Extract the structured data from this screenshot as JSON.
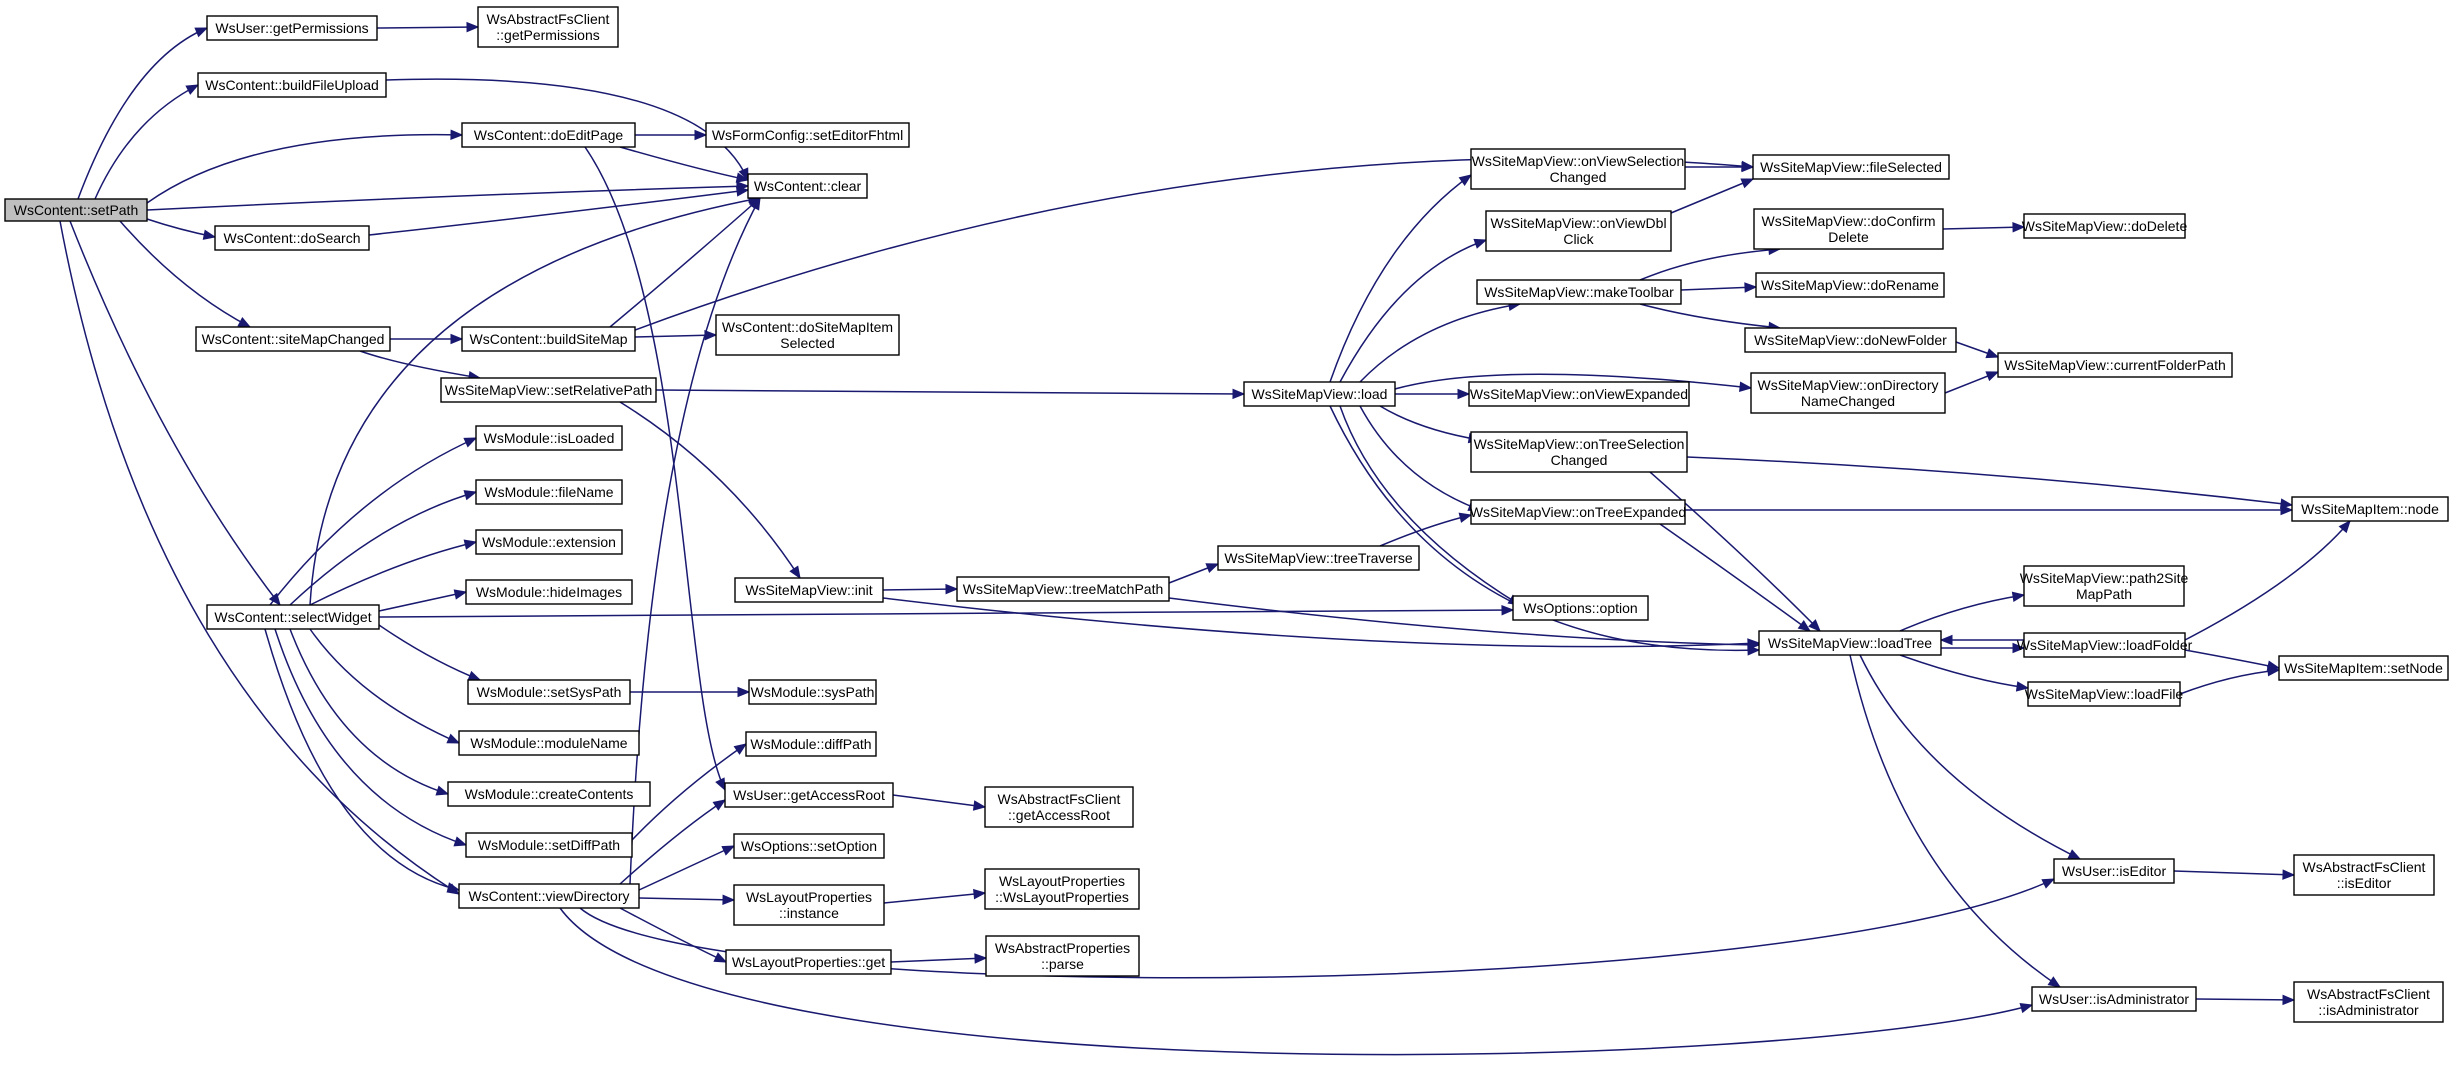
{
  "diagram": {
    "type": "call-graph",
    "colors": {
      "edge": "#191970",
      "root_fill": "#bfbfbf",
      "node_fill": "#ffffff",
      "node_border": "#000000"
    },
    "nodes": [
      {
        "id": "setPath",
        "lines": [
          "WsContent::setPath"
        ],
        "root": true
      },
      {
        "id": "getPermissions",
        "lines": [
          "WsUser::getPermissions"
        ]
      },
      {
        "id": "absGetPermissions",
        "lines": [
          "WsAbstractFsClient",
          "::getPermissions"
        ]
      },
      {
        "id": "buildFileUpload",
        "lines": [
          "WsContent::buildFileUpload"
        ]
      },
      {
        "id": "doEditPage",
        "lines": [
          "WsContent::doEditPage"
        ]
      },
      {
        "id": "setEditorFhtml",
        "lines": [
          "WsFormConfig::setEditorFhtml"
        ]
      },
      {
        "id": "clear",
        "lines": [
          "WsContent::clear"
        ]
      },
      {
        "id": "doSearch",
        "lines": [
          "WsContent::doSearch"
        ]
      },
      {
        "id": "siteMapChanged",
        "lines": [
          "WsContent::siteMapChanged"
        ]
      },
      {
        "id": "buildSiteMap",
        "lines": [
          "WsContent::buildSiteMap"
        ]
      },
      {
        "id": "doSiteMapItemSelected",
        "lines": [
          "WsContent::doSiteMapItem",
          "Selected"
        ]
      },
      {
        "id": "setRelativePath",
        "lines": [
          "WsSiteMapView::setRelativePath"
        ]
      },
      {
        "id": "isLoaded",
        "lines": [
          "WsModule::isLoaded"
        ]
      },
      {
        "id": "fileName",
        "lines": [
          "WsModule::fileName"
        ]
      },
      {
        "id": "extension",
        "lines": [
          "WsModule::extension"
        ]
      },
      {
        "id": "hideImages",
        "lines": [
          "WsModule::hideImages"
        ]
      },
      {
        "id": "selectWidget",
        "lines": [
          "WsContent::selectWidget"
        ]
      },
      {
        "id": "setSysPath",
        "lines": [
          "WsModule::setSysPath"
        ]
      },
      {
        "id": "sysPath",
        "lines": [
          "WsModule::sysPath"
        ]
      },
      {
        "id": "moduleName",
        "lines": [
          "WsModule::moduleName"
        ]
      },
      {
        "id": "createContents",
        "lines": [
          "WsModule::createContents"
        ]
      },
      {
        "id": "diffPath",
        "lines": [
          "WsModule::diffPath"
        ]
      },
      {
        "id": "setDiffPath",
        "lines": [
          "WsModule::setDiffPath"
        ]
      },
      {
        "id": "getAccessRoot",
        "lines": [
          "WsUser::getAccessRoot"
        ]
      },
      {
        "id": "absGetAccessRoot",
        "lines": [
          "WsAbstractFsClient",
          "::getAccessRoot"
        ]
      },
      {
        "id": "setOption",
        "lines": [
          "WsOptions::setOption"
        ]
      },
      {
        "id": "viewDirectory",
        "lines": [
          "WsContent::viewDirectory"
        ]
      },
      {
        "id": "lpInstance",
        "lines": [
          "WsLayoutProperties",
          "::instance"
        ]
      },
      {
        "id": "lpCtor",
        "lines": [
          "WsLayoutProperties",
          "::WsLayoutProperties"
        ]
      },
      {
        "id": "lpGet",
        "lines": [
          "WsLayoutProperties::get"
        ]
      },
      {
        "id": "apParse",
        "lines": [
          "WsAbstractProperties",
          "::parse"
        ]
      },
      {
        "id": "smvInit",
        "lines": [
          "WsSiteMapView::init"
        ]
      },
      {
        "id": "treeMatchPath",
        "lines": [
          "WsSiteMapView::treeMatchPath"
        ]
      },
      {
        "id": "treeTraverse",
        "lines": [
          "WsSiteMapView::treeTraverse"
        ]
      },
      {
        "id": "smvLoad",
        "lines": [
          "WsSiteMapView::load"
        ]
      },
      {
        "id": "onViewSelectionChanged",
        "lines": [
          "WsSiteMapView::onViewSelection",
          "Changed"
        ]
      },
      {
        "id": "onViewDblClick",
        "lines": [
          "WsSiteMapView::onViewDbl",
          "Click"
        ]
      },
      {
        "id": "makeToolbar",
        "lines": [
          "WsSiteMapView::makeToolbar"
        ]
      },
      {
        "id": "onViewExpanded",
        "lines": [
          "WsSiteMapView::onViewExpanded"
        ]
      },
      {
        "id": "onTreeSelectionChanged",
        "lines": [
          "WsSiteMapView::onTreeSelection",
          "Changed"
        ]
      },
      {
        "id": "onTreeExpanded",
        "lines": [
          "WsSiteMapView::onTreeExpanded"
        ]
      },
      {
        "id": "option",
        "lines": [
          "WsOptions::option"
        ]
      },
      {
        "id": "fileSelected",
        "lines": [
          "WsSiteMapView::fileSelected"
        ]
      },
      {
        "id": "doConfirmDelete",
        "lines": [
          "WsSiteMapView::doConfirm",
          "Delete"
        ]
      },
      {
        "id": "doDelete",
        "lines": [
          "WsSiteMapView::doDelete"
        ]
      },
      {
        "id": "doRename",
        "lines": [
          "WsSiteMapView::doRename"
        ]
      },
      {
        "id": "doNewFolder",
        "lines": [
          "WsSiteMapView::doNewFolder"
        ]
      },
      {
        "id": "onDirectoryNameChanged",
        "lines": [
          "WsSiteMapView::onDirectory",
          "NameChanged"
        ]
      },
      {
        "id": "currentFolderPath",
        "lines": [
          "WsSiteMapView::currentFolderPath"
        ]
      },
      {
        "id": "loadTree",
        "lines": [
          "WsSiteMapView::loadTree"
        ]
      },
      {
        "id": "path2SiteMapPath",
        "lines": [
          "WsSiteMapView::path2Site",
          "MapPath"
        ]
      },
      {
        "id": "loadFolder",
        "lines": [
          "WsSiteMapView::loadFolder"
        ]
      },
      {
        "id": "loadFile",
        "lines": [
          "WsSiteMapView::loadFile"
        ]
      },
      {
        "id": "smiNode",
        "lines": [
          "WsSiteMapItem::node"
        ]
      },
      {
        "id": "smiSetNode",
        "lines": [
          "WsSiteMapItem::setNode"
        ]
      },
      {
        "id": "isEditor",
        "lines": [
          "WsUser::isEditor"
        ]
      },
      {
        "id": "absIsEditor",
        "lines": [
          "WsAbstractFsClient",
          "::isEditor"
        ]
      },
      {
        "id": "isAdministrator",
        "lines": [
          "WsUser::isAdministrator"
        ]
      },
      {
        "id": "absIsAdministrator",
        "lines": [
          "WsAbstractFsClient",
          "::isAdministrator"
        ]
      }
    ],
    "edges": [
      {
        "from": "setPath",
        "to": "getPermissions"
      },
      {
        "from": "setPath",
        "to": "buildFileUpload"
      },
      {
        "from": "setPath",
        "to": "doEditPage"
      },
      {
        "from": "setPath",
        "to": "clear"
      },
      {
        "from": "setPath",
        "to": "doSearch"
      },
      {
        "from": "setPath",
        "to": "siteMapChanged"
      },
      {
        "from": "setPath",
        "to": "selectWidget"
      },
      {
        "from": "setPath",
        "to": "viewDirectory"
      },
      {
        "from": "getPermissions",
        "to": "absGetPermissions"
      },
      {
        "from": "buildFileUpload",
        "to": "clear"
      },
      {
        "from": "doEditPage",
        "to": "setEditorFhtml"
      },
      {
        "from": "doEditPage",
        "to": "clear"
      },
      {
        "from": "doEditPage",
        "to": "getAccessRoot"
      },
      {
        "from": "doSearch",
        "to": "clear"
      },
      {
        "from": "siteMapChanged",
        "to": "buildSiteMap"
      },
      {
        "from": "siteMapChanged",
        "to": "setRelativePath"
      },
      {
        "from": "buildSiteMap",
        "to": "clear"
      },
      {
        "from": "buildSiteMap",
        "to": "doSiteMapItemSelected"
      },
      {
        "from": "buildSiteMap",
        "to": "fileSelected"
      },
      {
        "from": "setRelativePath",
        "to": "smvLoad"
      },
      {
        "from": "setRelativePath",
        "to": "smvInit"
      },
      {
        "from": "selectWidget",
        "to": "clear"
      },
      {
        "from": "selectWidget",
        "to": "isLoaded"
      },
      {
        "from": "selectWidget",
        "to": "fileName"
      },
      {
        "from": "selectWidget",
        "to": "extension"
      },
      {
        "from": "selectWidget",
        "to": "hideImages"
      },
      {
        "from": "selectWidget",
        "to": "option"
      },
      {
        "from": "selectWidget",
        "to": "setSysPath"
      },
      {
        "from": "selectWidget",
        "to": "moduleName"
      },
      {
        "from": "selectWidget",
        "to": "createContents"
      },
      {
        "from": "selectWidget",
        "to": "setDiffPath"
      },
      {
        "from": "selectWidget",
        "to": "viewDirectory"
      },
      {
        "from": "setSysPath",
        "to": "sysPath"
      },
      {
        "from": "setDiffPath",
        "to": "diffPath"
      },
      {
        "from": "viewDirectory",
        "to": "clear"
      },
      {
        "from": "viewDirectory",
        "to": "getAccessRoot"
      },
      {
        "from": "viewDirectory",
        "to": "setOption"
      },
      {
        "from": "viewDirectory",
        "to": "lpInstance"
      },
      {
        "from": "viewDirectory",
        "to": "lpGet"
      },
      {
        "from": "viewDirectory",
        "to": "isEditor"
      },
      {
        "from": "viewDirectory",
        "to": "isAdministrator"
      },
      {
        "from": "getAccessRoot",
        "to": "absGetAccessRoot"
      },
      {
        "from": "lpInstance",
        "to": "lpCtor"
      },
      {
        "from": "lpGet",
        "to": "apParse"
      },
      {
        "from": "smvInit",
        "to": "treeMatchPath"
      },
      {
        "from": "smvInit",
        "to": "loadTree"
      },
      {
        "from": "treeMatchPath",
        "to": "treeTraverse"
      },
      {
        "from": "treeMatchPath",
        "to": "loadTree"
      },
      {
        "from": "treeTraverse",
        "to": "onTreeExpanded"
      },
      {
        "from": "smvLoad",
        "to": "onViewSelectionChanged"
      },
      {
        "from": "smvLoad",
        "to": "onViewDblClick"
      },
      {
        "from": "smvLoad",
        "to": "makeToolbar"
      },
      {
        "from": "smvLoad",
        "to": "onViewExpanded"
      },
      {
        "from": "smvLoad",
        "to": "onDirectoryNameChanged"
      },
      {
        "from": "smvLoad",
        "to": "onTreeSelectionChanged"
      },
      {
        "from": "smvLoad",
        "to": "onTreeExpanded"
      },
      {
        "from": "smvLoad",
        "to": "option"
      },
      {
        "from": "smvLoad",
        "to": "loadTree"
      },
      {
        "from": "onViewSelectionChanged",
        "to": "fileSelected"
      },
      {
        "from": "onViewDblClick",
        "to": "fileSelected"
      },
      {
        "from": "makeToolbar",
        "to": "doConfirmDelete"
      },
      {
        "from": "makeToolbar",
        "to": "doRename"
      },
      {
        "from": "makeToolbar",
        "to": "doNewFolder"
      },
      {
        "from": "doConfirmDelete",
        "to": "doDelete"
      },
      {
        "from": "doNewFolder",
        "to": "currentFolderPath"
      },
      {
        "from": "onDirectoryNameChanged",
        "to": "currentFolderPath"
      },
      {
        "from": "onTreeSelectionChanged",
        "to": "smiNode"
      },
      {
        "from": "onTreeSelectionChanged",
        "to": "loadTree"
      },
      {
        "from": "onTreeExpanded",
        "to": "smiNode"
      },
      {
        "from": "onTreeExpanded",
        "to": "loadTree"
      },
      {
        "from": "loadTree",
        "to": "path2SiteMapPath"
      },
      {
        "from": "loadTree",
        "to": "loadFolder"
      },
      {
        "from": "loadTree",
        "to": "loadFile"
      },
      {
        "from": "loadTree",
        "to": "isEditor"
      },
      {
        "from": "loadTree",
        "to": "isAdministrator"
      },
      {
        "from": "loadFolder",
        "to": "loadTree"
      },
      {
        "from": "loadFolder",
        "to": "smiNode"
      },
      {
        "from": "loadFolder",
        "to": "smiSetNode"
      },
      {
        "from": "loadFile",
        "to": "smiSetNode"
      },
      {
        "from": "isEditor",
        "to": "absIsEditor"
      },
      {
        "from": "isAdministrator",
        "to": "absIsAdministrator"
      }
    ]
  }
}
